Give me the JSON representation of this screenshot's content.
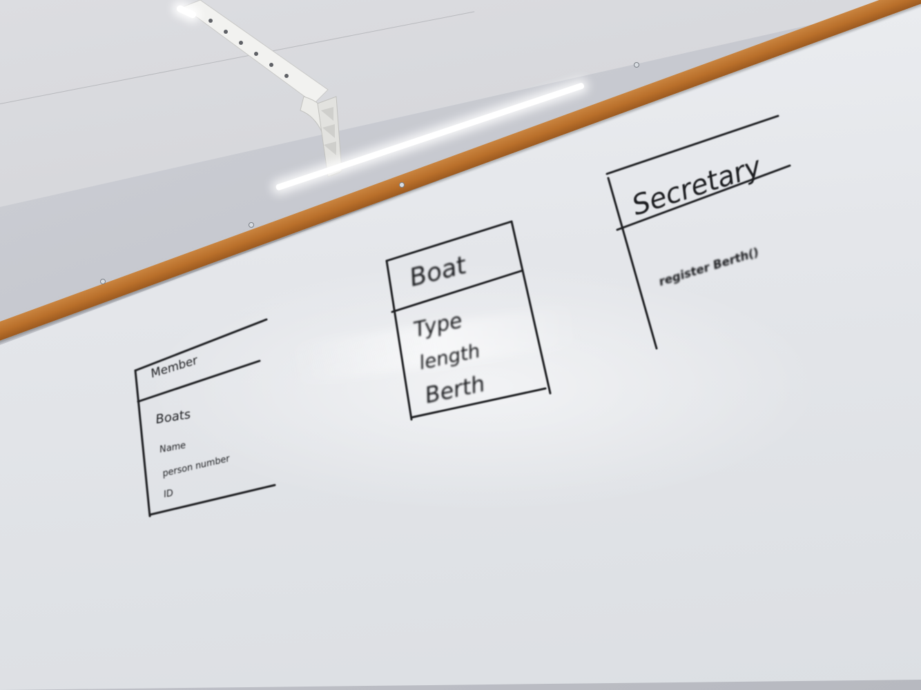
{
  "whiteboard": {
    "member_class": {
      "name": "Member",
      "attributes": [
        "Boats",
        "Name",
        "person number",
        "ID"
      ]
    },
    "boat_class": {
      "name": "Boat",
      "attributes": [
        "Type",
        "length",
        "Berth"
      ]
    },
    "secretary_class": {
      "name": "Secretary",
      "methods": [
        "register Berth()"
      ]
    }
  },
  "colors": {
    "marker": "#1b1c1f",
    "rail_wood": "#b96f2a",
    "board": "#e6e8eb"
  }
}
